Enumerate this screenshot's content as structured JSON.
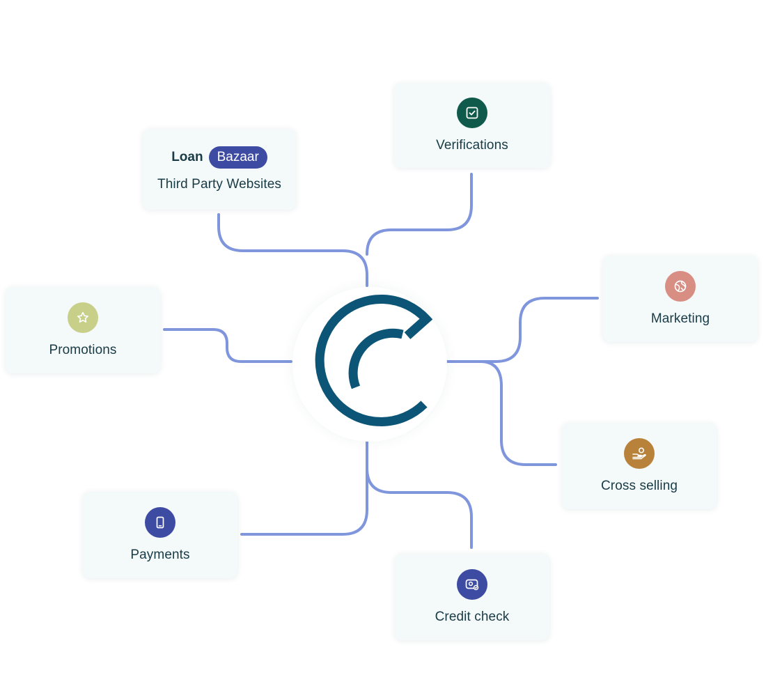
{
  "hub": {
    "icon": "c-logo-icon",
    "color": "#0d5577"
  },
  "connector_color": "#7f96dd",
  "nodes": {
    "verifications": {
      "label": "Verifications",
      "icon": "checkbox-icon",
      "icon_color": "#0f5a4a"
    },
    "third_party": {
      "brand_word": "Loan",
      "brand_pill": "Bazaar",
      "label": "Third Party Websites",
      "pill_color": "#3e4ba3"
    },
    "marketing": {
      "label": "Marketing",
      "icon": "globe-icon",
      "icon_color": "#d98e83"
    },
    "promotions": {
      "label": "Promotions",
      "icon": "star-icon",
      "icon_color": "#c8cf88"
    },
    "cross_selling": {
      "label": "Cross selling",
      "icon": "hand-coin-icon",
      "icon_color": "#b9823a"
    },
    "payments": {
      "label": "Payments",
      "icon": "phone-icon",
      "icon_color": "#3e4ba3"
    },
    "credit_check": {
      "label": "Credit check",
      "icon": "id-card-icon",
      "icon_color": "#3e4ba3"
    }
  }
}
